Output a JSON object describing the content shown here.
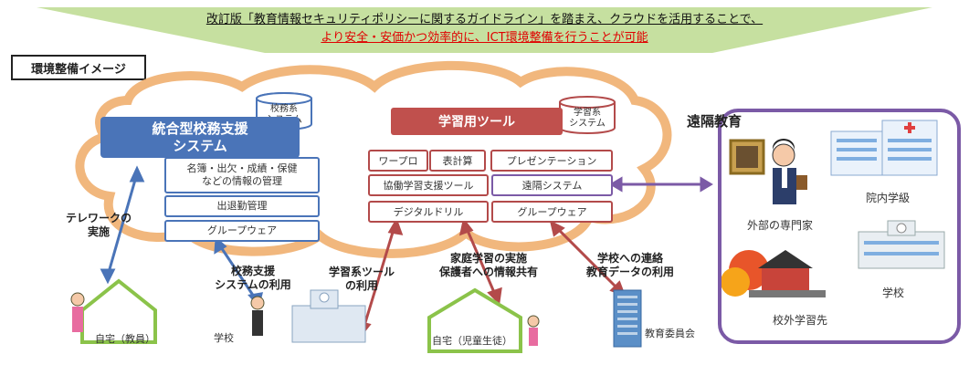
{
  "banner": {
    "line1": "改訂版「教育情報セキュリティポリシーに関するガイドライン」を踏まえ、クラウドを活用することで、",
    "line2": "より安全・安価かつ効率的に、ICT環境整備を行うことが可能"
  },
  "title": "環境整備イメージ",
  "admin": {
    "header": "統合型校務支援\nシステム",
    "db": "校務系\nシステム",
    "items": [
      "名簿・出欠・成績・保健\nなどの情報の管理",
      "出退勤管理",
      "グループウェア"
    ]
  },
  "learning": {
    "header": "学習用ツール",
    "db": "学習系\nシステム",
    "items": [
      "ワープロ",
      "表計算",
      "プレゼンテーション",
      "協働学習支援ツール",
      "遠隔システム",
      "デジタルドリル",
      "グループウェア"
    ]
  },
  "labels": {
    "telework": "テレワークの\n実施",
    "admin_use": "校務支援\nシステムの利用",
    "learning_use": "学習系ツール\nの利用",
    "home_learning": "家庭学習の実施\n保護者への情報共有",
    "contact": "学校への連絡\n教育データの利用"
  },
  "places": {
    "home_teacher": "自宅（教員）",
    "school": "学校",
    "home_student": "自宅（児童生徒）",
    "board": "教育委員会"
  },
  "remote": {
    "title": "遠隔教育",
    "expert": "外部の専門家",
    "hospital": "院内学級",
    "school": "学校",
    "outside": "校外学習先"
  },
  "colors": {
    "blue": "#4a74b8",
    "red": "#c0504d",
    "cloud": "#f0b070",
    "purple": "#7b5aa6",
    "banner": "#c6e0a0"
  }
}
